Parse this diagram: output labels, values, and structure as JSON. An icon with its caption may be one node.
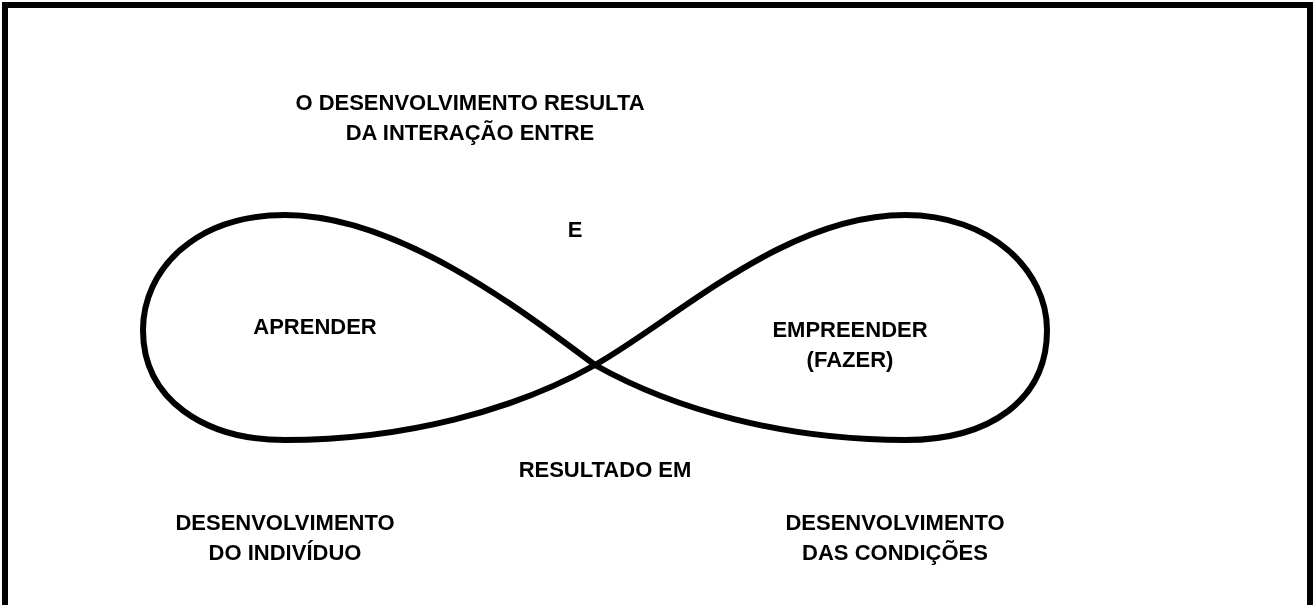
{
  "diagram": {
    "title": "O DESENVOLVIMENTO RESULTA DA INTERAÇÃO ENTRE",
    "nodes": [
      {
        "text": [
          "APRENDER"
        ]
      },
      {
        "text": [
          "EMPREENDER (FAZER)"
        ]
      }
    ],
    "edges": [],
    "labels": [
      "E",
      "RESULTADO EM",
      "DESENVOLVIMENTO DO INDIVÍDUO",
      "DESENVOLVIMENTO DAS CONDIÇÕES"
    ]
  }
}
